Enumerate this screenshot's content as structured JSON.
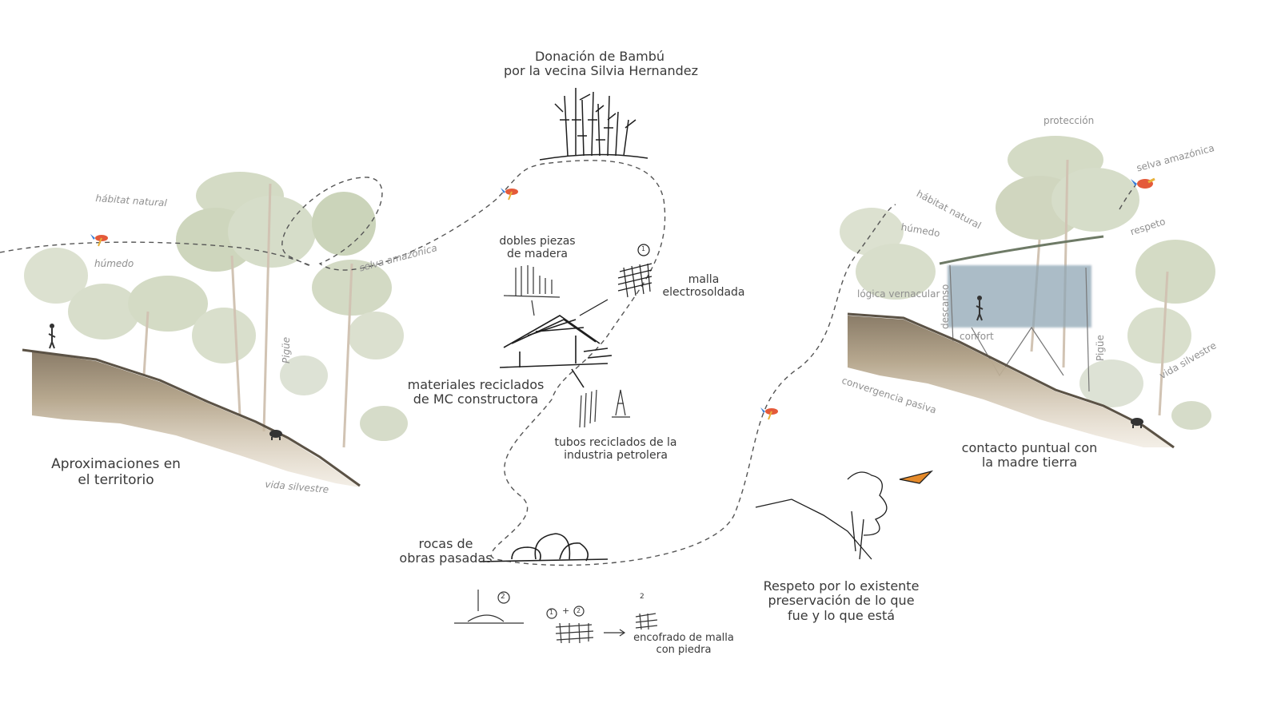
{
  "labels": {
    "bamboo_title_1": "Donación de Bambú",
    "bamboo_title_2": "por la vecina Silvia Hernandez",
    "left_habitat": "hábitat natural",
    "left_humedo": "húmedo",
    "left_selva": "selva amazónica",
    "left_pigue": "Pigüe",
    "left_vida": "vida silvestre",
    "left_title_1": "Aproximaciones en",
    "left_title_2": "el territorio",
    "dobles_1": "dobles piezas",
    "dobles_2": "de madera",
    "malla_1": "malla",
    "malla_2": "electrosoldada",
    "materiales_1": "materiales reciclados",
    "materiales_2": "de MC constructora",
    "tubos_1": "tubos reciclados de la",
    "tubos_2": "industria petrolera",
    "rocas_1": "rocas de",
    "rocas_2": "obras pasadas",
    "encofrado_1": "encofrado de malla",
    "encofrado_2": "con piedra",
    "respeto_1": "Respeto por lo existente",
    "respeto_2": "preservación de lo que",
    "respeto_3": "fue y lo que está",
    "right_proteccion": "protección",
    "right_selva": "selva amazónica",
    "right_habitat": "hábitat natural",
    "right_humedo": "húmedo",
    "right_respeto": "respeto",
    "right_logica": "lógica vernacular",
    "right_descanso": "descanso",
    "right_confort": "confort",
    "right_pigue": "Pigüe",
    "right_vida": "vida silvestre",
    "right_convergencia": "convergencia pasiva",
    "right_title_1": "contacto puntual con",
    "right_title_2": "la madre tierra",
    "step_1": "1",
    "step_2": "2",
    "plus": "+"
  },
  "colors": {
    "tree": "#c9d2b6",
    "tree_dark": "#b7c3a0",
    "soil": "#b9a78c",
    "soil_dark": "#6e6252",
    "sketch": "#1e1e1e",
    "path": "#555555",
    "roof_blue": "#8fa6b5"
  },
  "icons": [
    "bird-icon",
    "person-icon",
    "animal-icon",
    "bamboo-icon",
    "hut-icon",
    "mesh-icon",
    "rocks-icon",
    "tube-icon"
  ]
}
